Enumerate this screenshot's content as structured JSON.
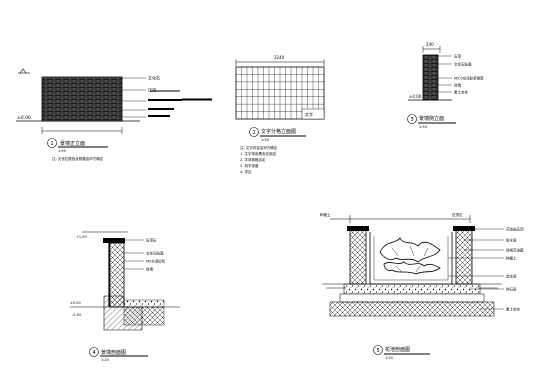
{
  "sheet": {
    "title": "Drawing sheet: wall elevation, stone wall section, planter section",
    "background": "#ffffff",
    "ink": "#000000"
  },
  "details": [
    {
      "id": "wall-elevation",
      "number": "1",
      "title": "景墙正立面",
      "level": "±0.00",
      "scale_left": "1:50",
      "callouts": [
        "文化石",
        "压顶",
        "",
        "",
        ""
      ],
      "notes": "注: 文化石颜色及规格由甲方确定"
    },
    {
      "id": "text-layout-grid",
      "number": "2",
      "title": "文字分格立面图",
      "top_dimension": "2240",
      "grid_cols": 16,
      "grid_rows": 7,
      "grid_label": "文字",
      "scale": "1:50",
      "notes": [
        "注: 文字内容由甲方确定",
        "1. 文字采用黑色花岗岩",
        "2. 字体规格另定",
        "3. 刻字深度",
        "4. 详见"
      ]
    },
    {
      "id": "post-elevation",
      "number": "3",
      "title": "景墙侧立面",
      "top_dimension": "240",
      "level": "±0.00",
      "scale": "1:50",
      "callouts": [
        "压顶",
        "文化石贴面",
        "M5.0水泥砂浆砌筑",
        "砖墙",
        "素土夯实"
      ]
    },
    {
      "id": "wall-section",
      "number": "4",
      "title": "景墙剖面图",
      "level_top": "+1.50",
      "level_ground": "±0.00",
      "level_bottom": "-0.50",
      "scale": "1:20",
      "callouts": [
        "压顶石",
        "文化石贴面",
        "M5水泥砂浆",
        "砖墙"
      ]
    },
    {
      "id": "planter-section",
      "number": "5",
      "title": "花池剖面图",
      "scale": "1:20",
      "callouts_top": [
        "种植土",
        "压顶石"
      ],
      "callouts_right": [
        "花岗岩压顶",
        "防水层",
        "砖砌花池壁",
        "种植土",
        "滤水层",
        "碎石层",
        "素土夯实"
      ]
    }
  ]
}
